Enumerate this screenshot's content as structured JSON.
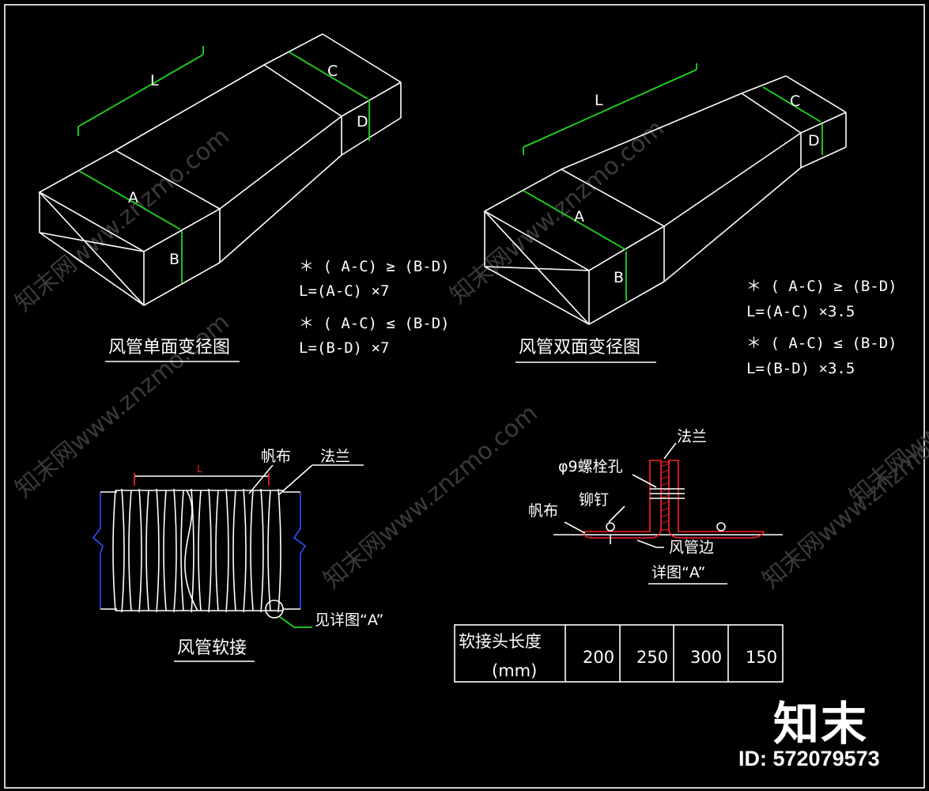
{
  "colors": {
    "background": "#000000",
    "lines": "#ffffff",
    "dimension": "#1ed81e",
    "flange": "#ff2020",
    "section": "#3050ff"
  },
  "left_transition": {
    "caption": "风管单面变径图",
    "labels": {
      "A": "A",
      "B": "B",
      "C": "C",
      "D": "D",
      "L": "L"
    },
    "formulas": [
      "＊ ( A-C) ≥ (B-D)",
      "L=(A-C) ×7",
      "＊ ( A-C) ≤ (B-D)",
      "L=(B-D) ×7"
    ]
  },
  "right_transition": {
    "caption": "风管双面变径图",
    "labels": {
      "A": "A",
      "B": "B",
      "C": "C",
      "D": "D",
      "L": "L"
    },
    "formulas": [
      "＊ ( A-C) ≥ (B-D)",
      "L=(A-C) ×3.5",
      "＊ ( A-C) ≤ (B-D)",
      "L=(B-D) ×3.5"
    ]
  },
  "flexible_joint": {
    "caption": "风管软接",
    "labels": {
      "canvas": "帆布",
      "flange": "法兰",
      "length": "L",
      "see_detail": "见详图“A”"
    }
  },
  "detail_a": {
    "caption": "详图“A”",
    "labels": {
      "flange": "法兰",
      "bolt_hole": "φ9螺栓孔",
      "rivet": "铆钉",
      "canvas": "帆布",
      "duct_edge": "风管边"
    }
  },
  "length_table": {
    "header": "软接头长度",
    "unit": "(mm)",
    "values": [
      "200",
      "250",
      "300",
      "150"
    ]
  },
  "watermark": {
    "logo": "知末",
    "id": "ID: 572079573",
    "repeat_text": "知末网www.znzmo.com"
  }
}
